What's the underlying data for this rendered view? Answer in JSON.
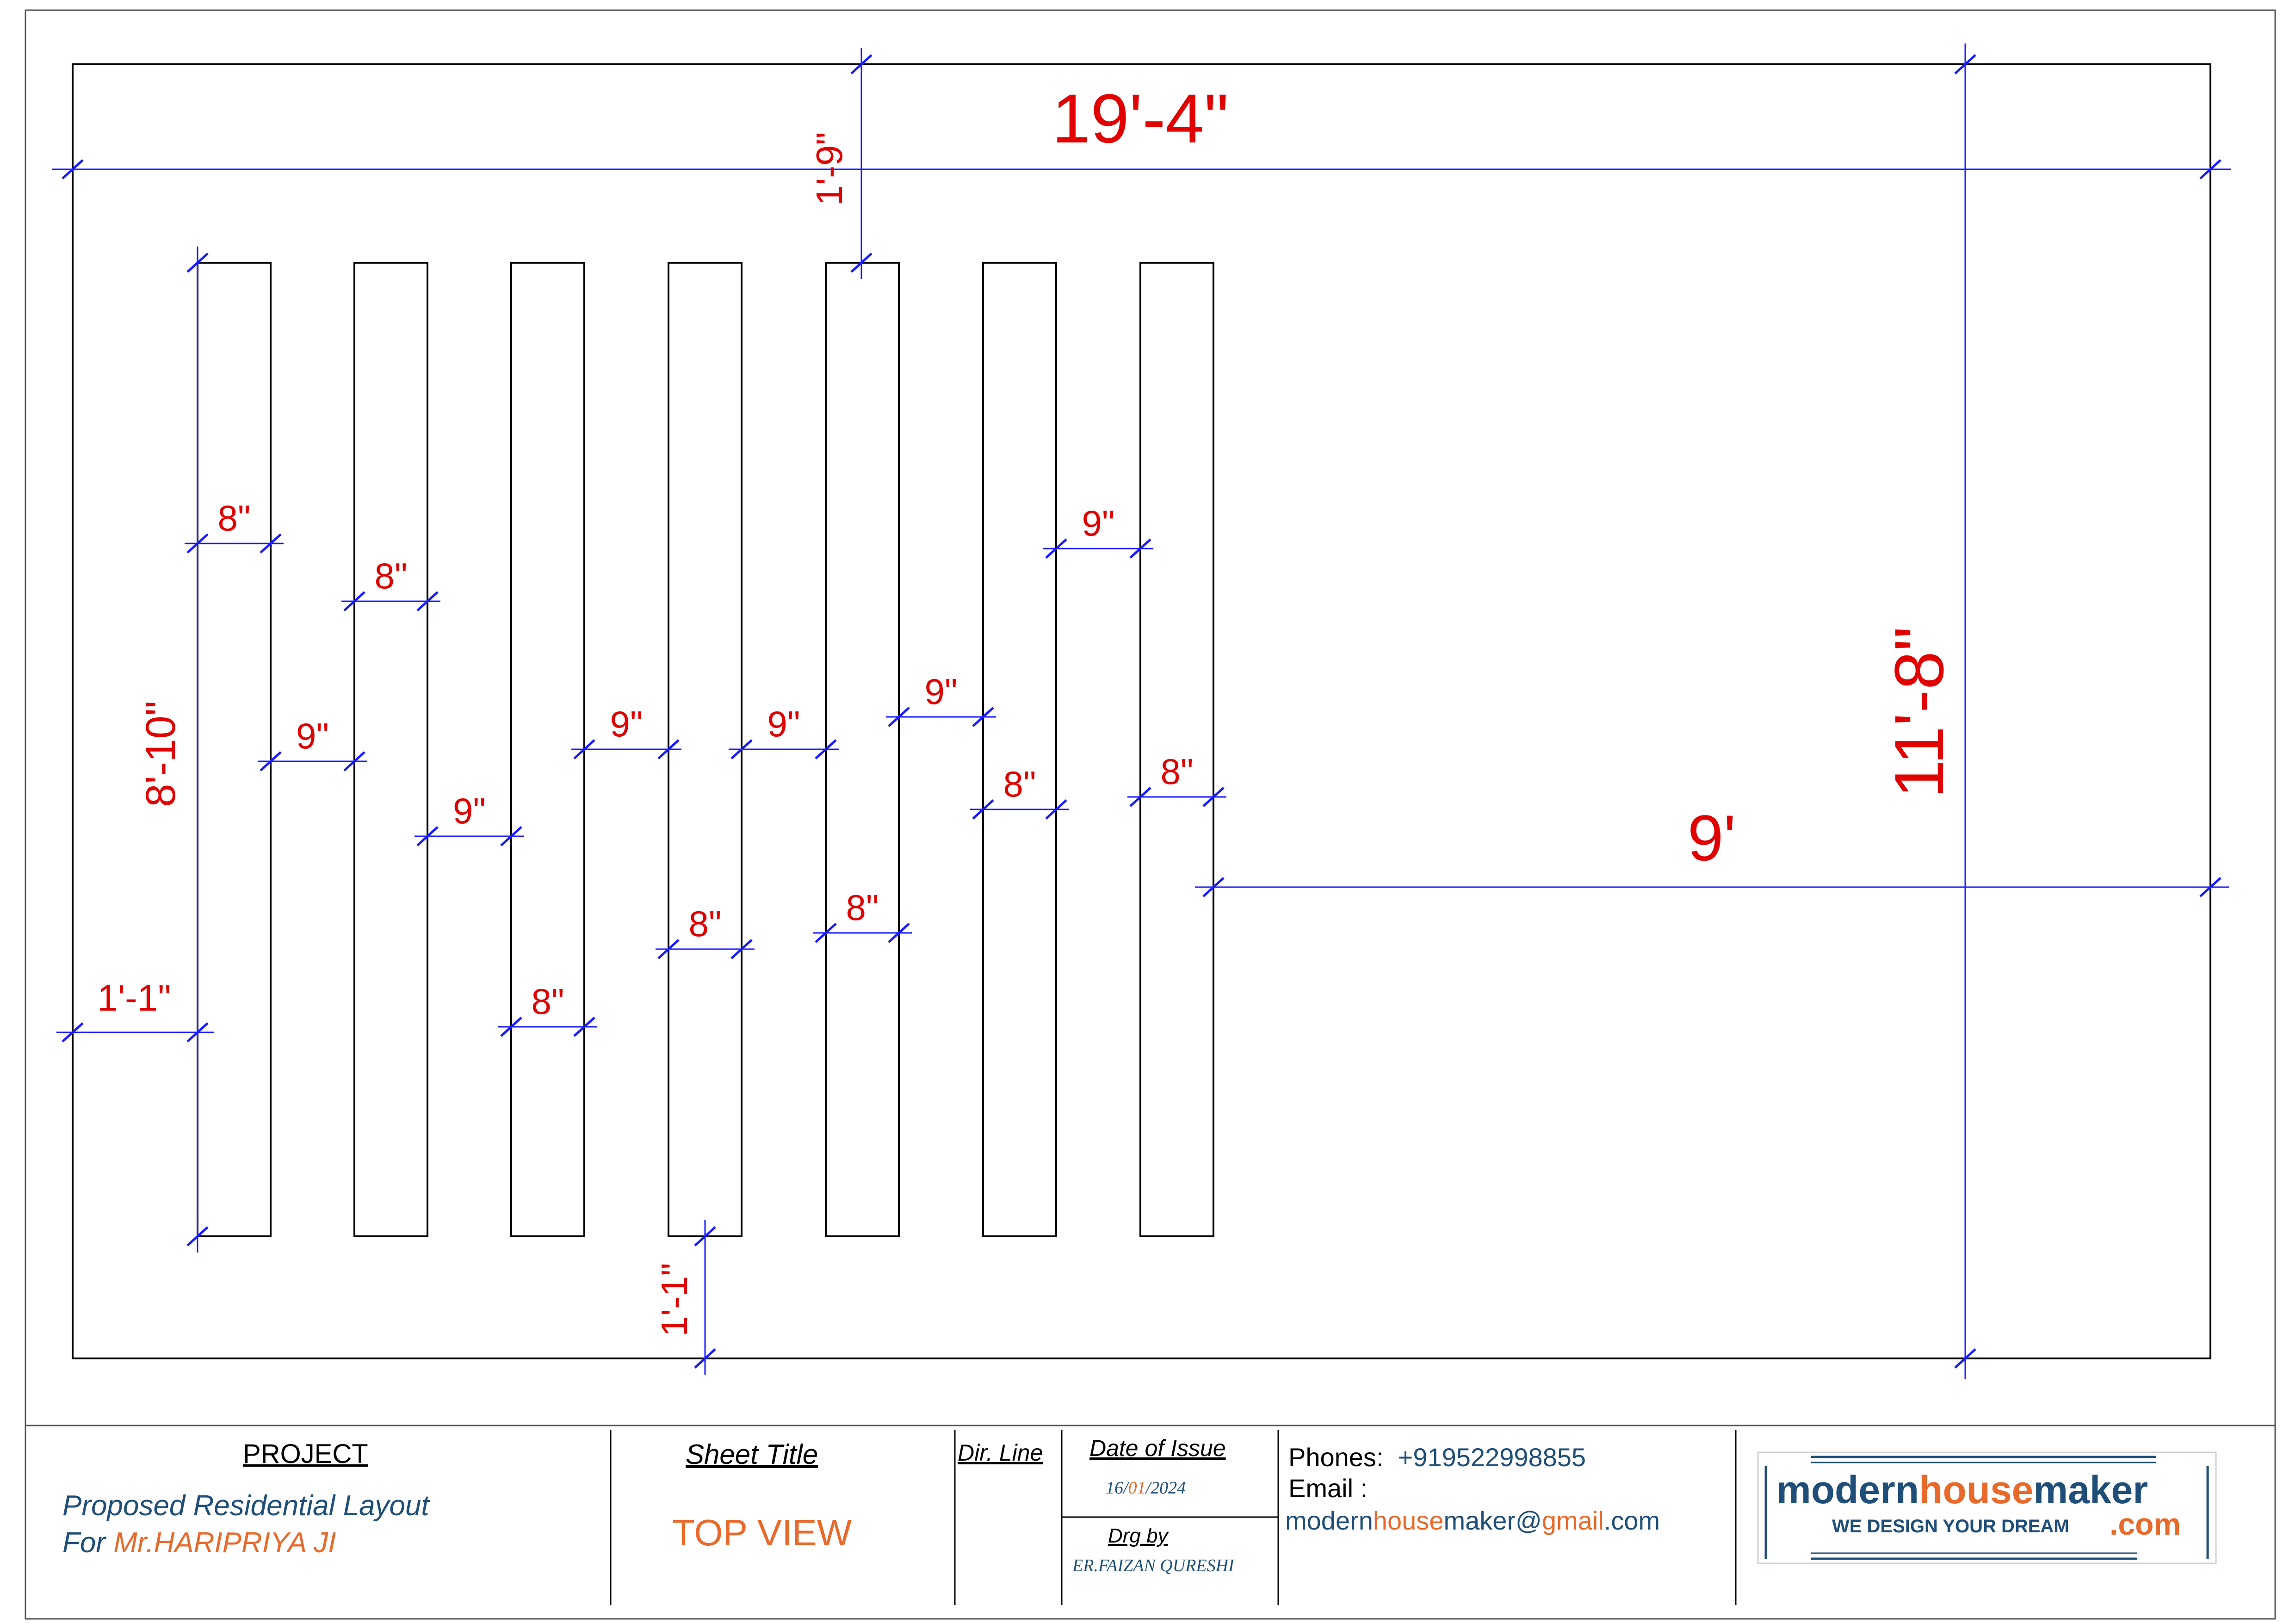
{
  "plan": {
    "overall_width": "19'-4\"",
    "overall_height": "11'-8\"",
    "top_gap": "1'-9\"",
    "left_gap": "1'-1\"",
    "bottom_gap": "1'-1\"",
    "slat_length": "8'-10\"",
    "right_space": "9'",
    "slat_width_labels": [
      "8\"",
      "8\"",
      "8\"",
      "8\"",
      "8\"",
      "8\"",
      "8\""
    ],
    "gap_labels": [
      "9\"",
      "9\"",
      "9\"",
      "9\"",
      "9\"",
      "9\""
    ],
    "colors": {
      "outline": "#000000",
      "dimension_line": "#1a1aff",
      "dimension_text": "#e00000"
    }
  },
  "title_block": {
    "project_heading": "PROJECT",
    "project_line1": "Proposed Residential Layout",
    "project_line2_prefix": "For ",
    "project_line2_name": "Mr.HARIPRIYA JI",
    "sheet_title_heading": "Sheet Title",
    "sheet_title_value": "TOP VIEW",
    "dir_line": "Dir. Line",
    "date_heading": "Date of Issue",
    "date_day": "16/",
    "date_month": "01",
    "date_year": "/2024",
    "drawn_by_heading": "Drg by",
    "drawn_by_value": "ER.FAIZAN QURESHI",
    "phones_label": "Phones:",
    "phones_value": "+919522998855",
    "email_label": "Email :",
    "email_user_a": "modern",
    "email_user_b": "house",
    "email_user_c": "maker",
    "email_at": "@",
    "email_domain_a": "gmail",
    "email_domain_b": ".com",
    "logo_modern": "modern",
    "logo_house": "house",
    "logo_maker": "maker",
    "logo_tagline": "WE DESIGN YOUR DREAM",
    "logo_com": ".com",
    "colors": {
      "blue": "#1f4e79",
      "orange": "#e8692a",
      "red": "#e00000"
    }
  }
}
